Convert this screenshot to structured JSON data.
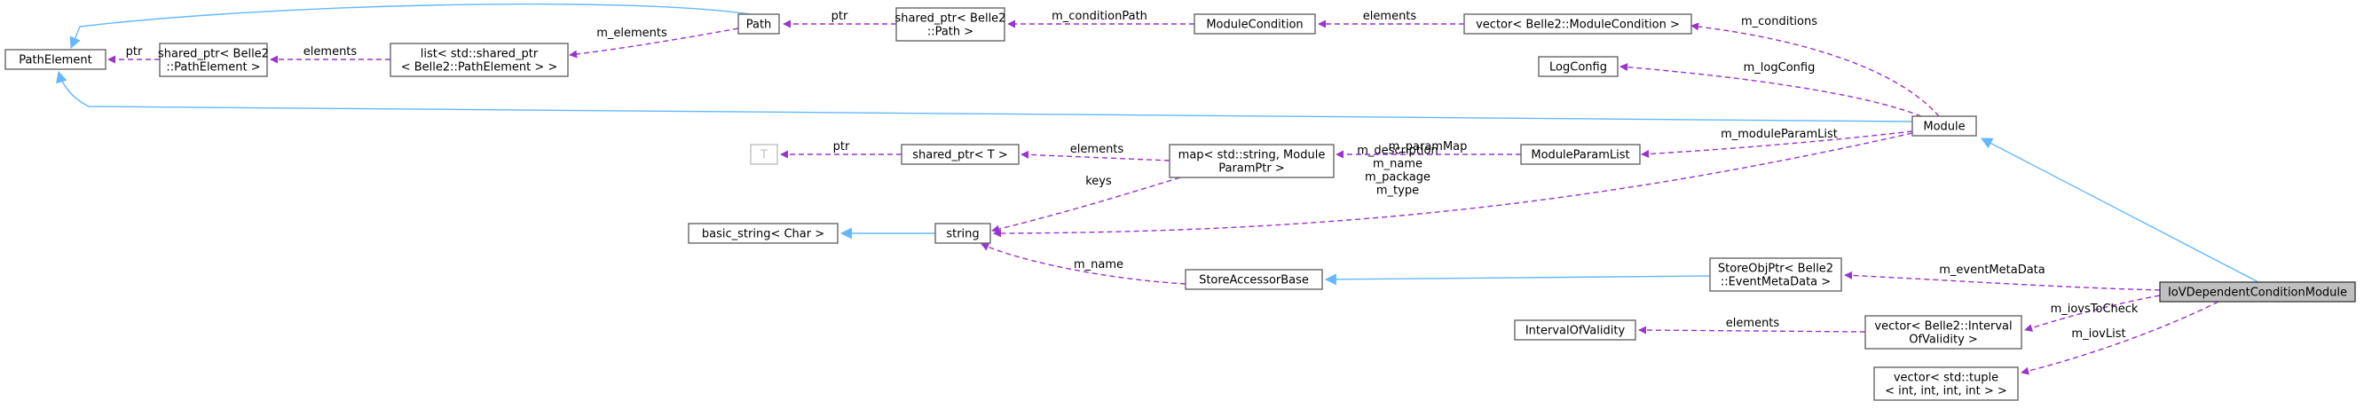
{
  "colors": {
    "usage_edge": "#9a32cd",
    "inheritance_edge": "#63b8ff",
    "node_border": "#666666",
    "root_fill": "#bfbfbf",
    "template_param_border": "#bfbfbf"
  },
  "nodes": {
    "path_element": [
      "PathElement"
    ],
    "shared_ptr_pathelement": [
      "shared_ptr< Belle2",
      "::PathElement >"
    ],
    "list_pathelement": [
      "list< std::shared_ptr",
      "< Belle2::PathElement > >"
    ],
    "path": [
      "Path"
    ],
    "shared_ptr_path": [
      "shared_ptr< Belle2",
      "::Path >"
    ],
    "module_condition": [
      "ModuleCondition"
    ],
    "vector_module_condition": [
      "vector< Belle2::ModuleCondition >"
    ],
    "log_config": [
      "LogConfig"
    ],
    "module": [
      "Module"
    ],
    "t": [
      "T"
    ],
    "shared_ptr_t": [
      "shared_ptr< T >"
    ],
    "map_param": [
      "map< std::string, Module",
      "ParamPtr >"
    ],
    "module_param_list": [
      "ModuleParamList"
    ],
    "basic_string": [
      "basic_string< Char >"
    ],
    "string": [
      "string"
    ],
    "store_accessor_base": [
      "StoreAccessorBase"
    ],
    "store_obj_ptr": [
      "StoreObjPtr< Belle2",
      "::EventMetaData >"
    ],
    "iov_module": [
      "IoVDependentConditionModule"
    ],
    "interval_of_validity": [
      "IntervalOfValidity"
    ],
    "vector_interval": [
      "vector< Belle2::Interval",
      "OfValidity >"
    ],
    "vector_tuple": [
      "vector< std::tuple",
      "< int, int, int, int > >"
    ]
  },
  "edge_labels": {
    "ptr_pathelement": [
      "ptr"
    ],
    "elements_list": [
      "elements"
    ],
    "m_elements": [
      "m_elements"
    ],
    "ptr_path": [
      "ptr"
    ],
    "m_condition_path": [
      "m_conditionPath"
    ],
    "elements_conditions": [
      "elements"
    ],
    "m_conditions": [
      "m_conditions"
    ],
    "m_log_config": [
      "m_logConfig"
    ],
    "ptr_t": [
      "ptr"
    ],
    "elements_map": [
      "elements"
    ],
    "m_param_map": [
      "m_paramMap"
    ],
    "m_module_param_list": [
      "m_moduleParamList"
    ],
    "keys": [
      "keys"
    ],
    "module_strings": [
      "m_description",
      "m_name",
      "m_package",
      "m_type"
    ],
    "m_name": [
      "m_name"
    ],
    "m_event_meta_data": [
      "m_eventMetaData"
    ],
    "m_iovs_to_check": [
      "m_iovsToCheck"
    ],
    "elements_interval": [
      "elements"
    ],
    "m_iov_list": [
      "m_iovList"
    ]
  }
}
